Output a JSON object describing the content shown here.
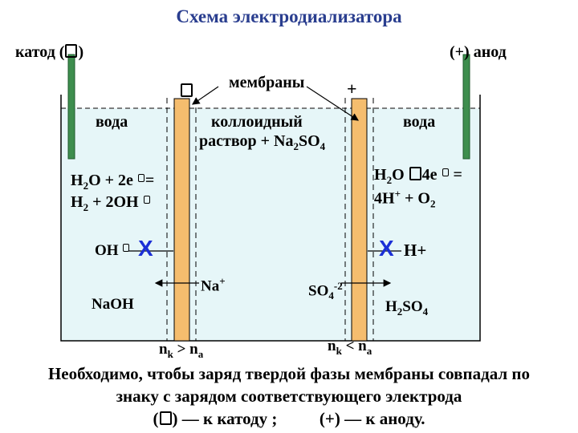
{
  "title": "Схема электродиализатора",
  "cathode": {
    "label_before": "катод (",
    "label_after": ")"
  },
  "anode": {
    "label": "(+) анод"
  },
  "membranes": {
    "label": "мембраны",
    "plus": "+"
  },
  "left_chamber": {
    "water": "вода",
    "reaction_line1_a": "H",
    "reaction_line1_sub": "2",
    "reaction_line1_b": "O + 2e",
    "reaction_line1_c": "=",
    "reaction_line2_a": "H",
    "reaction_line2_sub": "2",
    "reaction_line2_b": "+ 2OH",
    "ion": "OH",
    "product": "NaOH"
  },
  "middle_chamber": {
    "line1": "коллоидный",
    "line2_a": "раствор + Na",
    "line2_sub1": "2",
    "line2_b": "SO",
    "line2_sub2": "4",
    "cation": "Na",
    "cation_sup": "+",
    "anion": "SO",
    "anion_sub": "4",
    "anion_sup": "-2"
  },
  "right_chamber": {
    "water": "вода",
    "reaction_line1_a": "H",
    "reaction_line1_sub": "2",
    "reaction_line1_b": "O",
    "reaction_line1_c": "4e",
    "reaction_line1_d": "=",
    "reaction_line2_a": "4H",
    "reaction_line2_sup": "+",
    "reaction_line2_b": "+ O",
    "reaction_line2_sub": "2",
    "ion": "H+",
    "product_a": "H",
    "product_sub1": "2",
    "product_b": "SO",
    "product_sub2": "4"
  },
  "blocked_mark": "X",
  "conditions": {
    "left_a": "n",
    "left_sub1": "k",
    "left_b": " > n",
    "left_sub2": "a",
    "right_a": "n",
    "right_sub1": "k",
    "right_b": " < n",
    "right_sub2": "a"
  },
  "footer": {
    "line1": "Необходимо, чтобы заряд твердой фазы мембраны совпадал по",
    "line2": "знаку с зарядом соответствующего электрода",
    "line3_a": "(",
    "line3_b": ") — к катоду ;",
    "line3_c": "(+) — к аноду."
  },
  "colors": {
    "title": "#2a3e8f",
    "solution": "#e6f6f8",
    "membrane": "#f5bd6e",
    "electrode": "#3e8e4e",
    "blocked_mark": "#1b2fd6"
  },
  "icons": [
    "minus-placeholder-box-icon",
    "arrow-icon",
    "x-blocked-icon"
  ]
}
